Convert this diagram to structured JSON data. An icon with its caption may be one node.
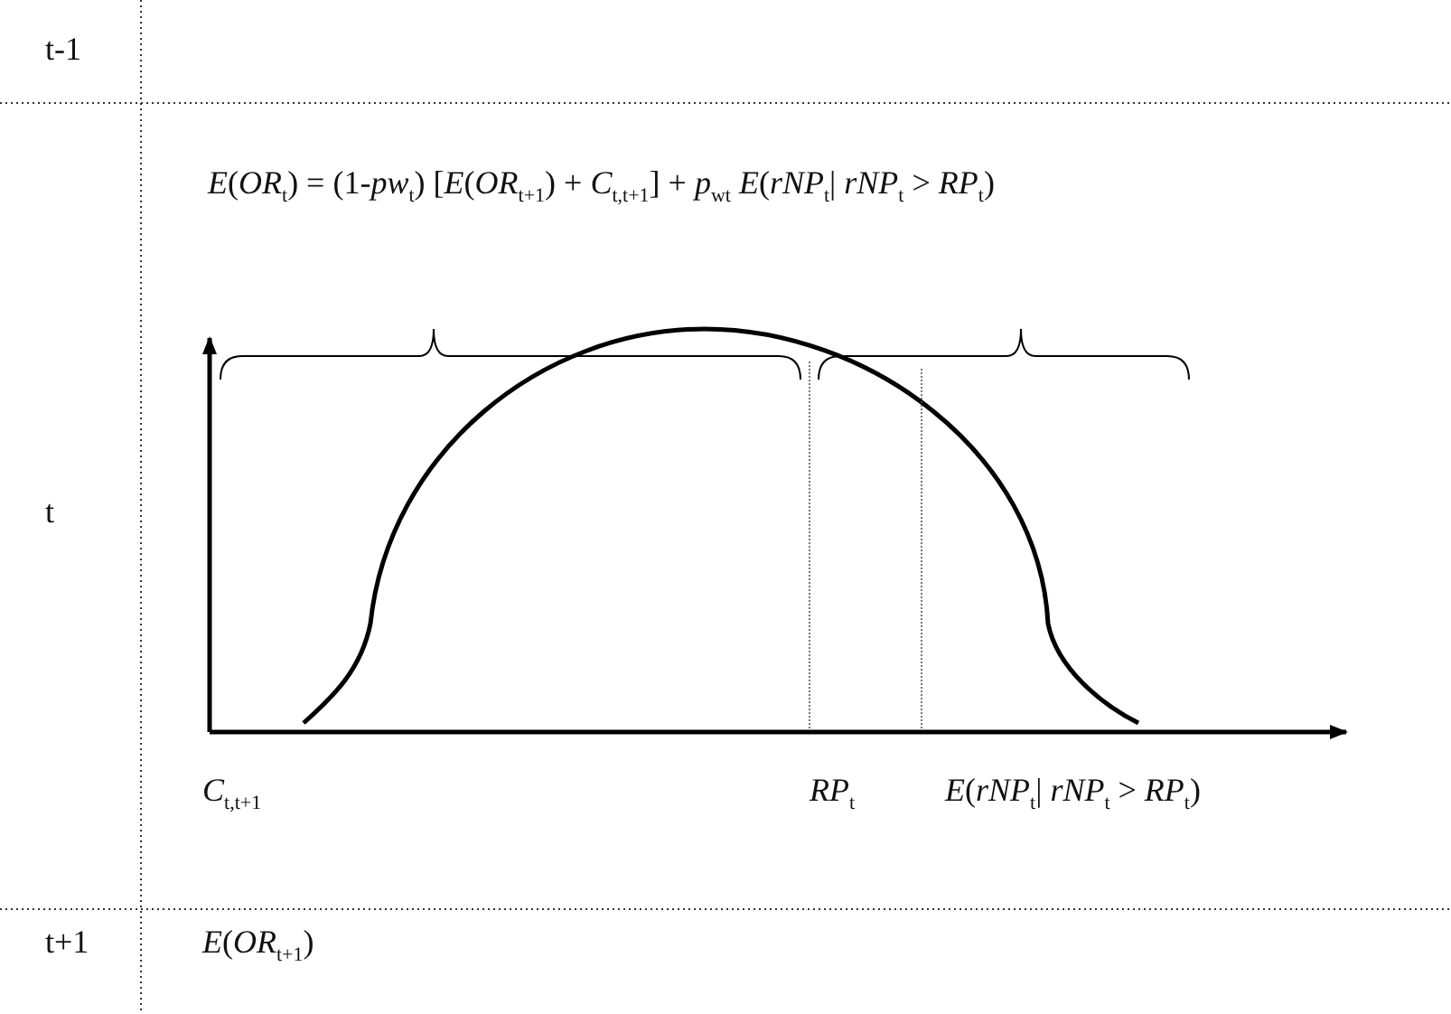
{
  "diagram": {
    "labels": [
      "t-1",
      "*E*(*OR*$_{t}$) = (1-*pw*$_{t}$) [*E*(*OR*$_{t+1}$) + *C*$_{t,t+1}$] + *p*$_{wt}$ *E*(*rNP*$_{t}$| *rNP*$_{t}$ > *RP*$_{t}$)",
      "t",
      "*C*$_{t,t+1}$",
      "*RP*$_{t}$",
      "*E*(*rNP*$_{t}$| *rNP*$_{t}$ > *RP*$_{t}$)",
      "t+1",
      "*E*(*OR*$_{t+1}$)"
    ]
  }
}
